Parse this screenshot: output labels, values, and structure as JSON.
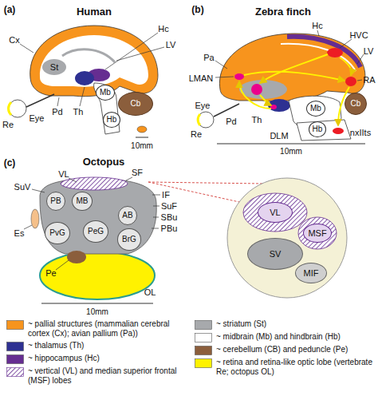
{
  "diagram": {
    "nodes": [
      {
        "text": [
          "Mb"
        ]
      },
      {
        "text": [
          "Cb"
        ]
      },
      {
        "text": [
          "Hb"
        ]
      },
      {
        "text": [
          "Mb"
        ]
      },
      {
        "text": [
          "Cb"
        ]
      },
      {
        "text": [
          "Hb"
        ]
      },
      {
        "text": [
          "PB"
        ]
      },
      {
        "text": [
          "MB"
        ]
      },
      {
        "text": [
          "AB"
        ]
      },
      {
        "text": [
          "PvG"
        ]
      },
      {
        "text": [
          "PeG"
        ]
      },
      {
        "text": [
          "BrG"
        ]
      },
      {
        "text": [
          "VL"
        ]
      },
      {
        "text": [
          "MSF"
        ]
      },
      {
        "text": [
          "SV"
        ]
      },
      {
        "text": [
          "MIF"
        ]
      }
    ],
    "labels": [
      "(a)",
      "Human",
      "Cx",
      "Hc",
      "LV",
      "St",
      "Eye",
      "Re",
      "Pd",
      "Th",
      "10mm",
      "(b)",
      "Zebra finch",
      "HVC",
      "Hc",
      "LV",
      "RA",
      "Pa",
      "LMAN",
      "Pd",
      "Th",
      "DLM",
      "Eye",
      "Re",
      "nxIIts",
      "10mm",
      "(c)",
      "Octopus",
      "VL",
      "SF",
      "SuV",
      "IF",
      "SuF",
      "SBu",
      "PBu",
      "Es",
      "Pe",
      "OL",
      "10mm"
    ],
    "legend": [
      {
        "text": "~ pallial structures (mammalian cerebral cortex (Cx); avian pallium (Pa))",
        "color": "#f7941d"
      },
      {
        "text": "~ thalamus (Th)",
        "color": "#2e3192"
      },
      {
        "text": "~ hippocampus (Hc)",
        "color": "#662d91"
      },
      {
        "text": "~ vertical (VL) and median superior frontal (MSF) lobes"
      },
      {
        "text": "~ striatum (St)",
        "color": "#a7a9ac"
      },
      {
        "text": "~ midbrain (Mb) and hindbrain (Hb)",
        "color": "#ffffff"
      },
      {
        "text": "~ cerebellum (CB) and peduncle (Pe)",
        "color": "#8b5e3c"
      },
      {
        "text": "~ retina and retina-like optic lobe (vertebrate Re; octopus OL)",
        "color": "#fff200"
      }
    ]
  }
}
